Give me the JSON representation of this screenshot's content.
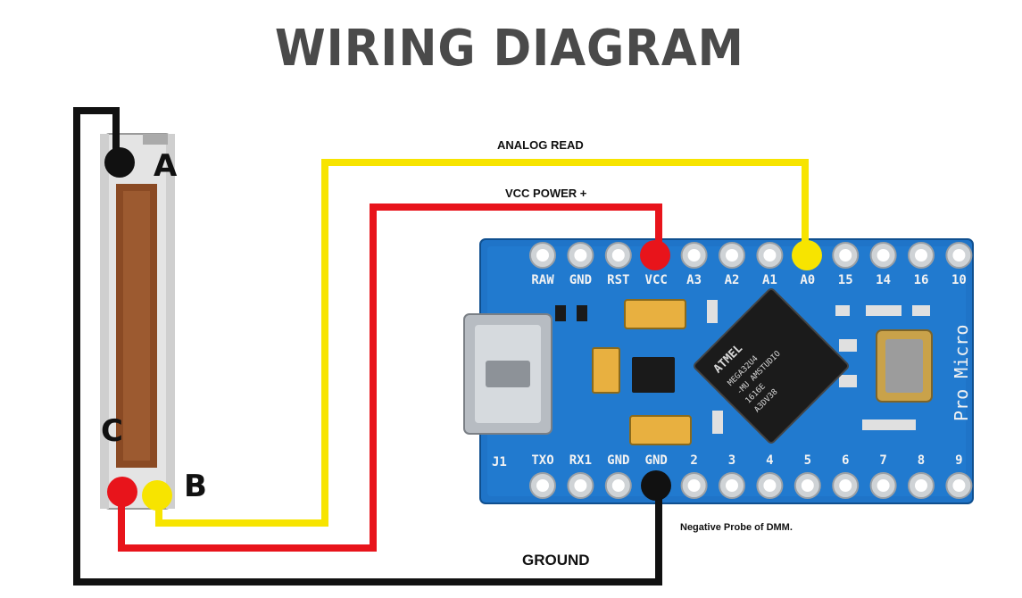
{
  "title": "WIRING DIAGRAM",
  "wires": {
    "analog_read": "ANALOG READ",
    "vcc_power": "VCC POWER +",
    "ground": "GROUND",
    "probe_note": "Negative Probe of DMM."
  },
  "potentiometer": {
    "terminal_a": "A",
    "terminal_b": "B",
    "terminal_c": "C"
  },
  "board": {
    "name": "Pro Micro",
    "chip_lines": [
      "MEGA32U4",
      "-MU AMSTUDIO",
      "1616E",
      "A3DV38"
    ],
    "chip_brand": "ATMEL",
    "top_pins": [
      "RAW",
      "GND",
      "RST",
      "VCC",
      "A3",
      "A2",
      "A1",
      "A0",
      "15",
      "14",
      "16",
      "10"
    ],
    "bottom_pins": [
      "TXO",
      "RX1",
      "GND",
      "GND",
      "2",
      "3",
      "4",
      "5",
      "6",
      "7",
      "8",
      "9"
    ],
    "j1_label": "J1"
  },
  "colors": {
    "ground_wire": "#111111",
    "vcc_wire": "#e8141b",
    "analog_wire": "#f7e400",
    "board": "#1a6fc4"
  }
}
